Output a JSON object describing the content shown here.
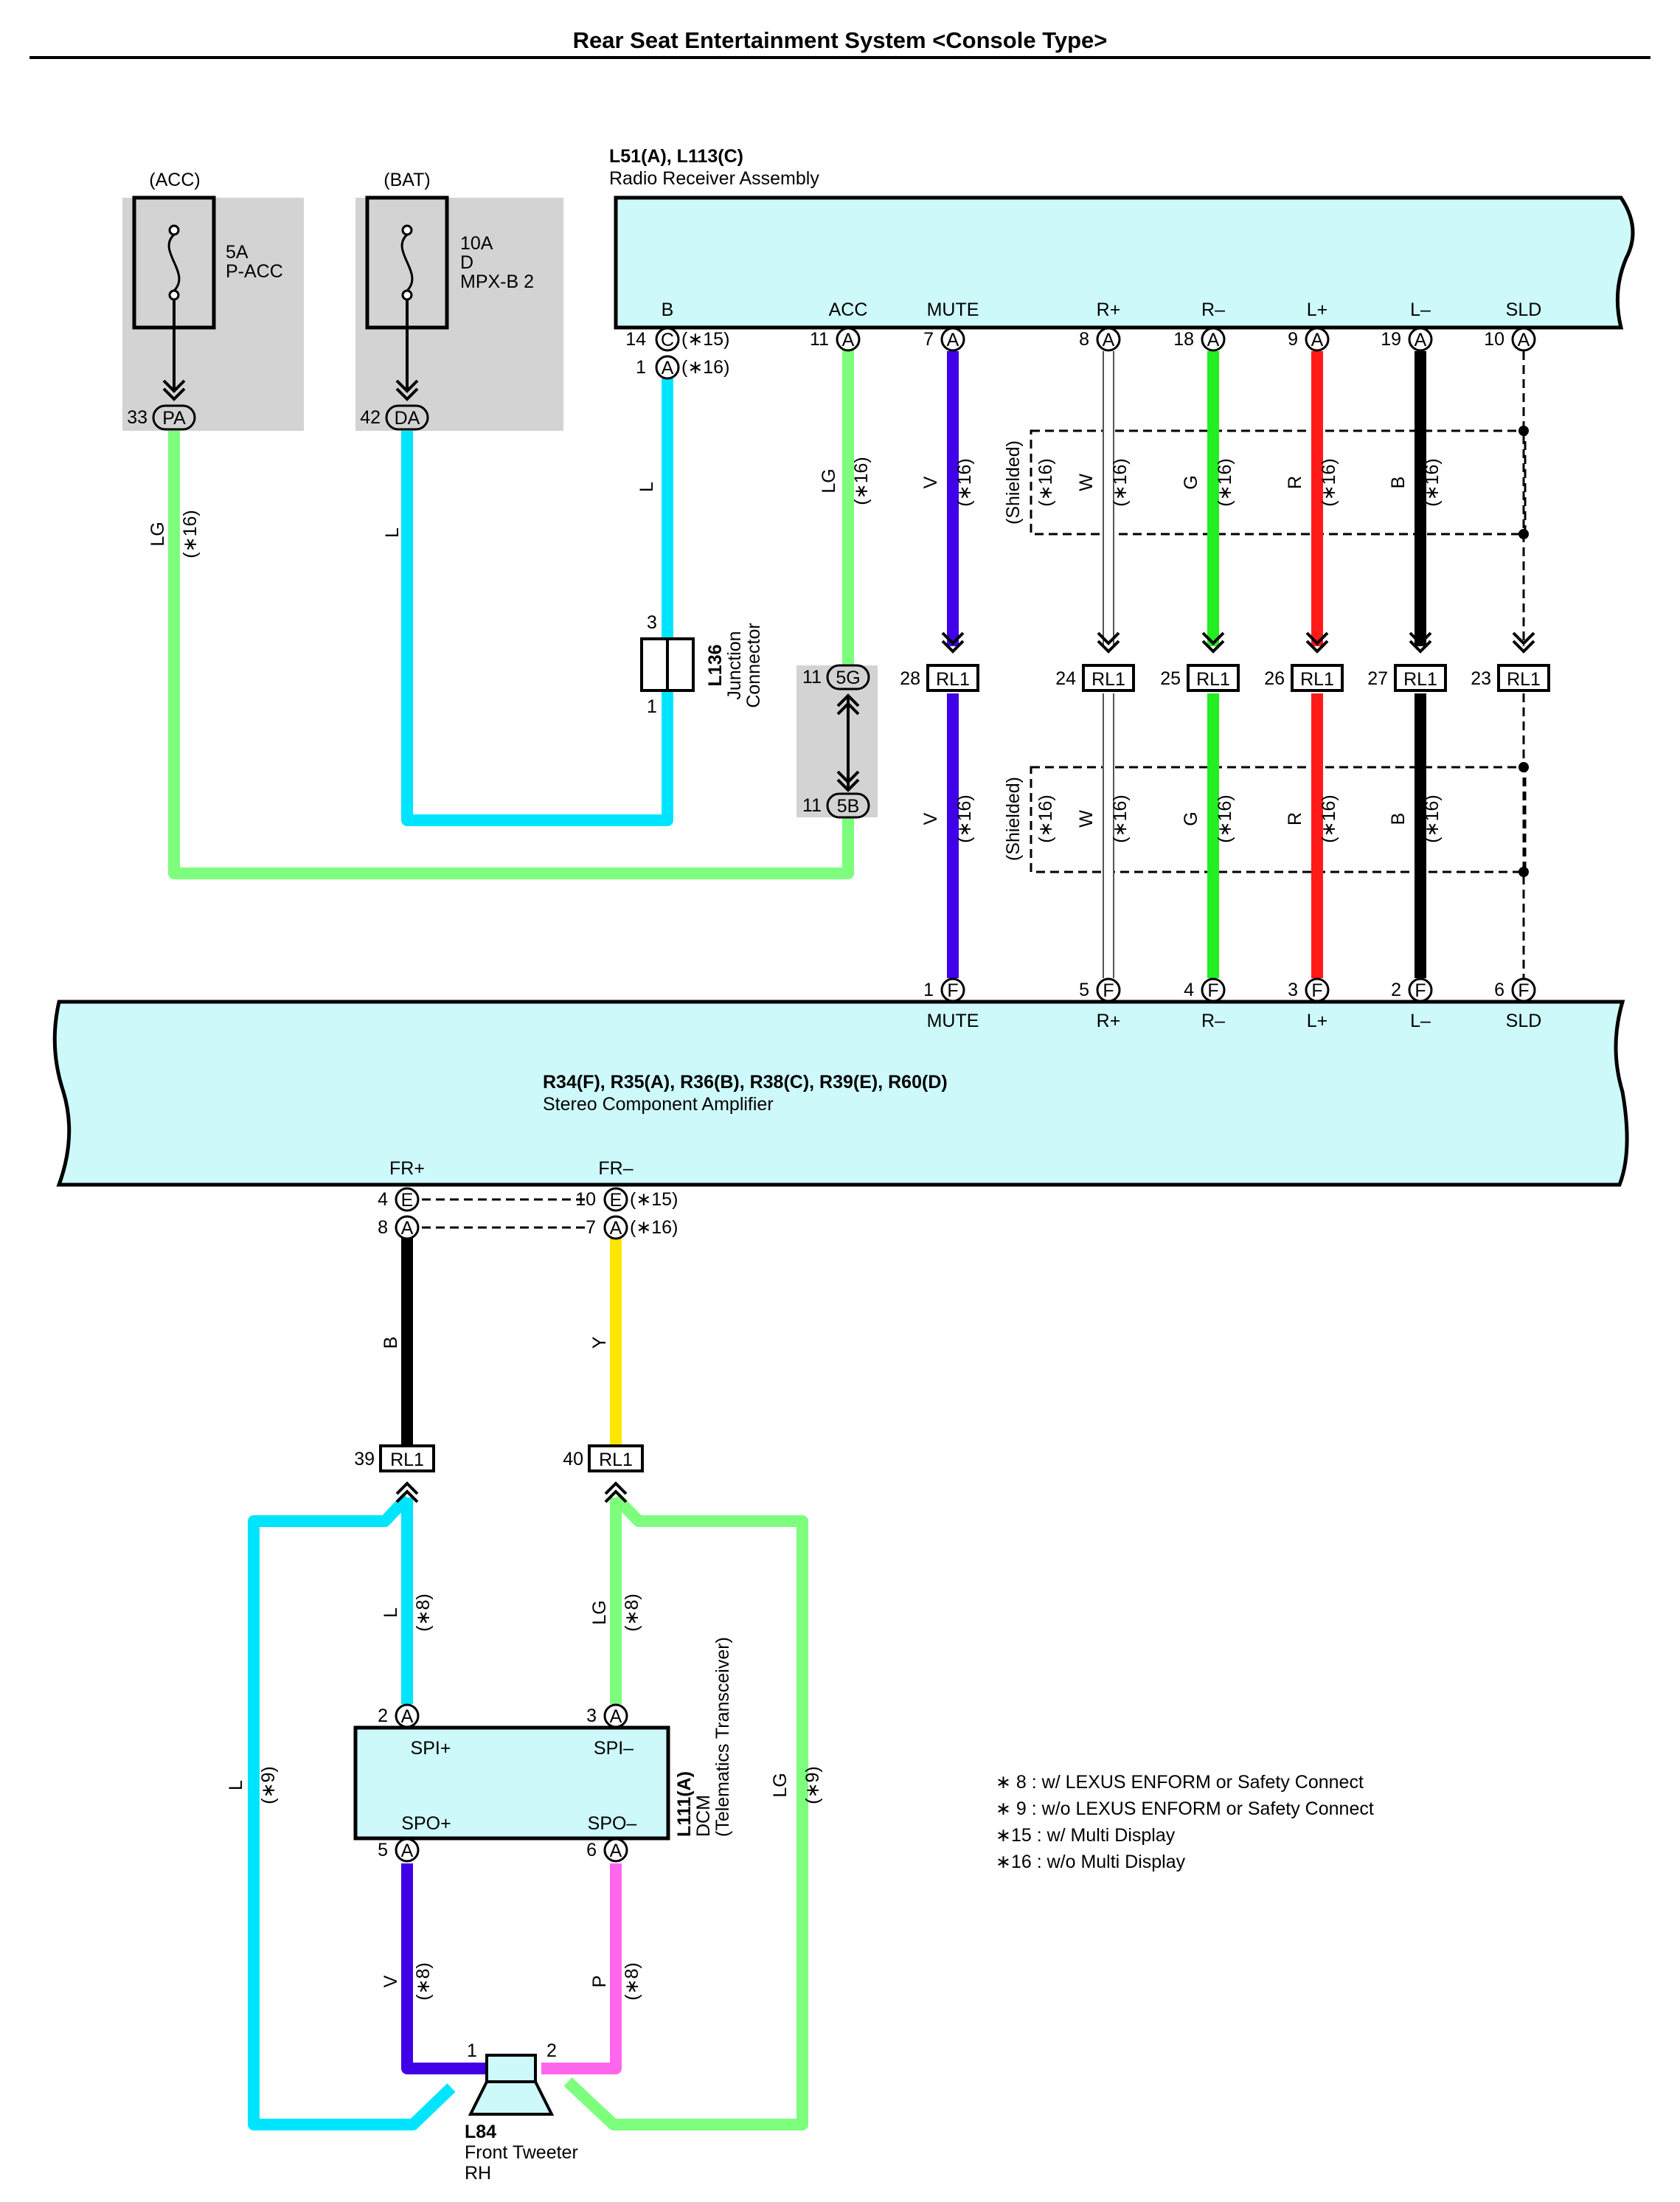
{
  "title": "Rear Seat Entertainment System <Console Type>",
  "radio": {
    "id": "L51(A), L113(C)",
    "name": "Radio Receiver Assembly"
  },
  "amp": {
    "id": "R34(F), R35(A), R36(B), R38(C), R39(E), R60(D)",
    "name": "Stereo Component Amplifier"
  },
  "fuse_acc": {
    "group": "(ACC)",
    "amp": "5A",
    "name": "P-ACC",
    "pin": "33",
    "conn": "PA",
    "wire": "LG",
    "note": "(∗16)"
  },
  "fuse_bat": {
    "group": "(BAT)",
    "amp": "10A",
    "line2": "D",
    "name": "MPX-B 2",
    "pin": "42",
    "conn": "DA",
    "wire": "L"
  },
  "radio_b": {
    "label": "B",
    "pin1": "14",
    "conn1": "C",
    "note1": "(∗15)",
    "pin2": "1",
    "conn2": "A",
    "note2": "(∗16)",
    "wire": "L"
  },
  "radio_acc": {
    "label": "ACC",
    "pin": "11",
    "conn": "A",
    "wire": "LG",
    "note": "(∗16)"
  },
  "junction": {
    "id": "L136",
    "name1": "Junction",
    "name2": "Connector",
    "pin_top": "3",
    "pin_bottom": "1"
  },
  "splice": {
    "pin_top": "11",
    "conn_top": "5G",
    "pin_bottom": "11",
    "conn_bottom": "5B"
  },
  "channels": [
    {
      "label": "MUTE",
      "pin_top": "7",
      "pin_mid": "28",
      "pin_bot": "1",
      "wire": "V",
      "note": "(∗16)",
      "color": "#3f00e8",
      "width": 16
    },
    {
      "label": "R+",
      "pin_top": "8",
      "pin_mid": "24",
      "pin_bot": "5",
      "wire": "W",
      "note": "(∗16)",
      "color": "#ffffff",
      "width": 14
    },
    {
      "label": "R–",
      "pin_top": "18",
      "pin_mid": "25",
      "pin_bot": "4",
      "wire": "G",
      "note": "(∗16)",
      "color": "#22ee22",
      "width": 16
    },
    {
      "label": "L+",
      "pin_top": "9",
      "pin_mid": "26",
      "pin_bot": "3",
      "wire": "R",
      "note": "(∗16)",
      "color": "#ff1a1a",
      "width": 16
    },
    {
      "label": "L–",
      "pin_top": "19",
      "pin_mid": "27",
      "pin_bot": "2",
      "wire": "B",
      "note": "(∗16)",
      "color": "#000000",
      "width": 16
    },
    {
      "label": "SLD",
      "pin_top": "10",
      "pin_mid": "23",
      "pin_bot": "6",
      "wire": "",
      "note": "",
      "color": "#000000",
      "width": 3
    }
  ],
  "conn_top": "A",
  "conn_bot": "F",
  "relay_conn": "RL1",
  "shielded": {
    "label": "(Shielded)",
    "note": "(∗16)"
  },
  "fr_plus": {
    "label": "FR+",
    "pin1": "4",
    "conn1": "E",
    "pin2": "8",
    "conn2": "A",
    "wire": "B",
    "relay_pin": "39"
  },
  "fr_minus": {
    "label": "FR–",
    "pin1": "10",
    "conn1": "E",
    "note1": "(∗15)",
    "pin2": "7",
    "conn2": "A",
    "note2": "(∗16)",
    "wire": "Y",
    "relay_pin": "40"
  },
  "dcm": {
    "id": "L111(A)",
    "name1": "DCM",
    "name2": "(Telematics Transceiver)",
    "spi_plus": "SPI+",
    "spi_minus": "SPI–",
    "spo_plus": "SPO+",
    "spo_minus": "SPO–",
    "pin_spi_plus": "2",
    "pin_spi_minus": "3",
    "pin_spo_plus": "5",
    "pin_spo_minus": "6",
    "conn": "A",
    "wire_spi_plus": "L",
    "wire_spi_minus": "LG",
    "wire_spo_plus": "V",
    "wire_spo_minus": "P",
    "note": "(∗8)"
  },
  "bypass": {
    "left_wire": "L",
    "right_wire": "LG",
    "note": "(∗9)"
  },
  "tweeter": {
    "id": "L84",
    "name1": "Front Tweeter",
    "name2": "RH",
    "pin1": "1",
    "pin2": "2"
  },
  "legend": [
    "∗ 8 : w/ LEXUS ENFORM or Safety Connect",
    "∗ 9 : w/o LEXUS ENFORM or Safety Connect",
    "∗15 : w/ Multi Display",
    "∗16 : w/o Multi Display"
  ],
  "colors": {
    "L": "#00e5ff",
    "LG": "#7dff7d",
    "V": "#3f00e8",
    "G": "#22ee22",
    "R": "#ff1a1a",
    "B": "#000000",
    "Y": "#ffe600",
    "P": "#ff66ee",
    "W": "#ffffff",
    "module": "#cdf9fb",
    "shade": "#d3d3d3"
  }
}
